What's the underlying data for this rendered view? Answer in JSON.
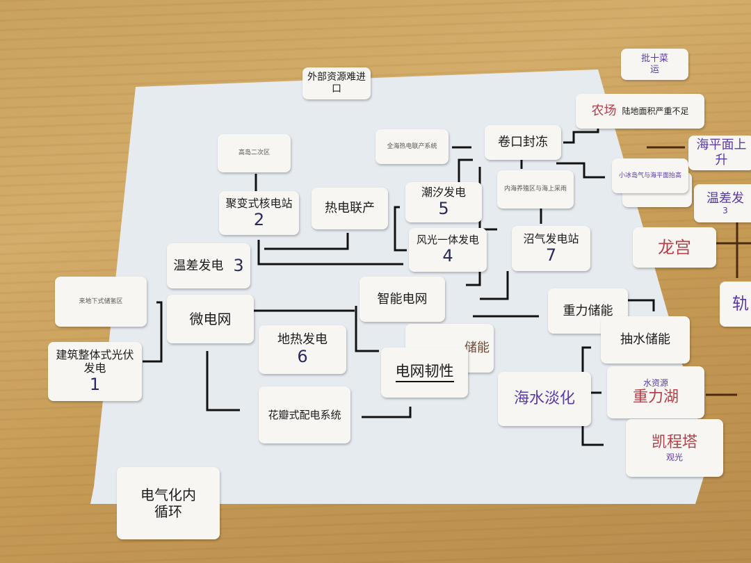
{
  "cards": {
    "external": "外部资源难进口",
    "island": "高岛二次区",
    "seaheat": "全海热电联产系统",
    "freeze": "卷口封冻",
    "aqua": "内海养殖区与海上采雨",
    "farm_title": "农场",
    "farm_note": "陆地面积严重不足",
    "veg": "批十菜",
    "veg2": "运",
    "sealevel_note": "小冰岛气与海平面抬高",
    "sealevel": "海平面上升",
    "tempdiff_right": "温差发",
    "tempdiff_right_num": "3",
    "palace": "龙宫",
    "rail": "轨",
    "fusion": "聚变式核电站",
    "fusion_num": "2",
    "chp": "热电联产",
    "tidal": "潮汐发电",
    "tidal_num": "5",
    "windsolar": "风光一体发电",
    "windsolar_num": "4",
    "biogas": "沼气发电站",
    "biogas_num": "7",
    "tempdiff": "温差发电",
    "tempdiff_num": "3",
    "hydrogen": "来地下式储氢区",
    "microgrid": "微电网",
    "bipv": "建筑整体式光伏发电",
    "bipv_num": "1",
    "smartgrid": "智能电网",
    "geo": "地热发电",
    "geo_num": "6",
    "storage_hidden": "储能",
    "resilience": "电网韧性",
    "petal": "花瓣式配电系统",
    "gravity": "重力储能",
    "pumped": "抽水储能",
    "desal": "海水淡化",
    "lake_note": "水资源",
    "lake": "重力湖",
    "tower": "凯程塔",
    "tower_note": "观光",
    "electrify": "电气化内循环"
  }
}
